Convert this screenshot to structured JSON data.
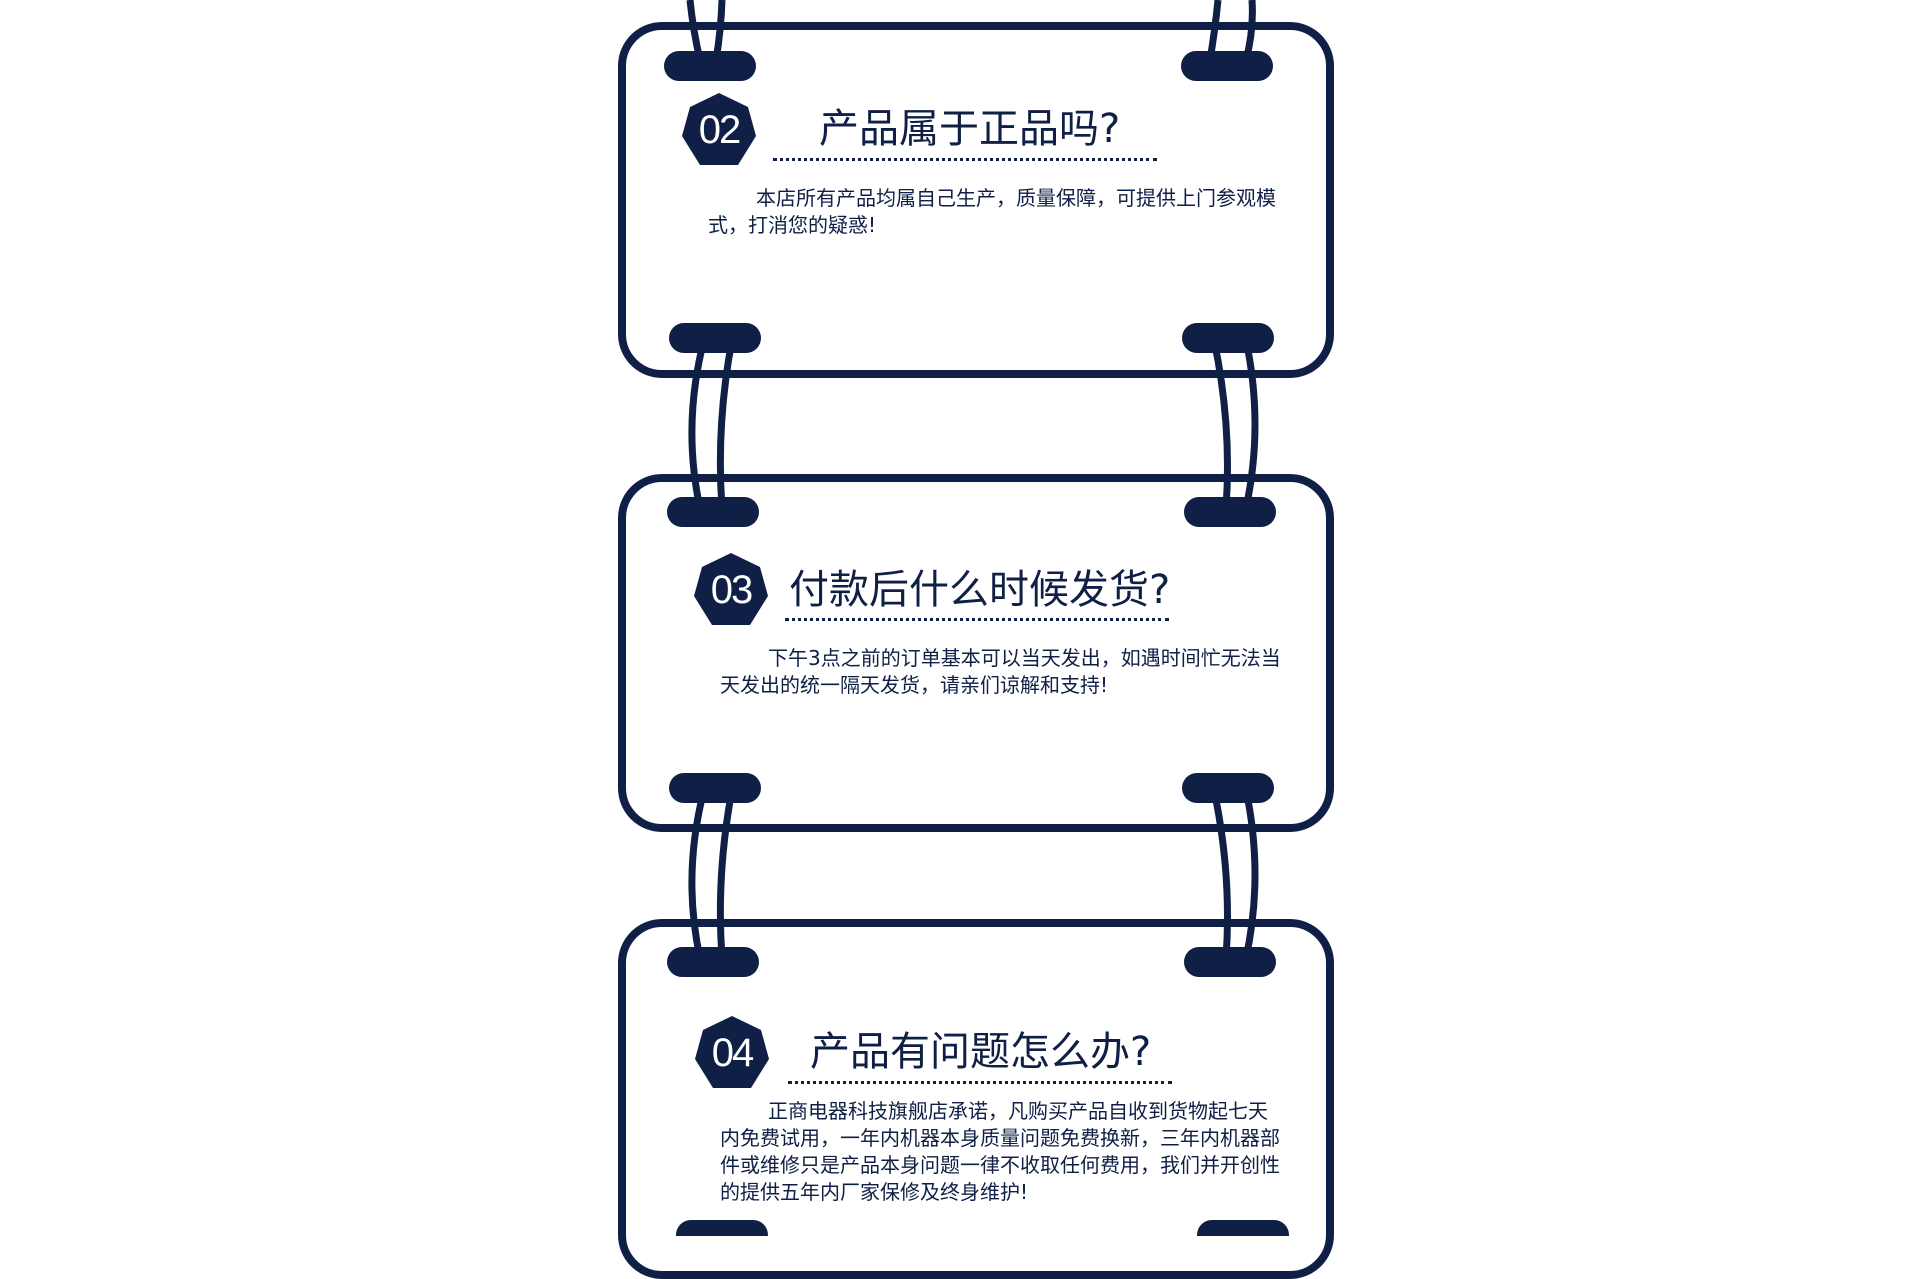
{
  "colors": {
    "primary": "#0f1f45",
    "background": "#ffffff"
  },
  "faq": [
    {
      "number": "02",
      "question": "产品属于正品吗?",
      "answer": "本店所有产品均属自己生产，质量保障，可提供上门参观模式，打消您的疑惑!"
    },
    {
      "number": "03",
      "question": "付款后什么时候发货?",
      "answer": "下午3点之前的订单基本可以当天发出，如遇时间忙无法当天发出的统一隔天发货，请亲们谅解和支持!"
    },
    {
      "number": "04",
      "question": "产品有问题怎么办?",
      "answer": "正商电器科技旗舰店承诺，凡购买产品自收到货物起七天内免费试用，一年内机器本身质量问题免费换新，三年内机器部件或维修只是产品本身问题一律不收取任何费用，我们并开创性的提供五年内厂家保修及终身维护!"
    }
  ]
}
